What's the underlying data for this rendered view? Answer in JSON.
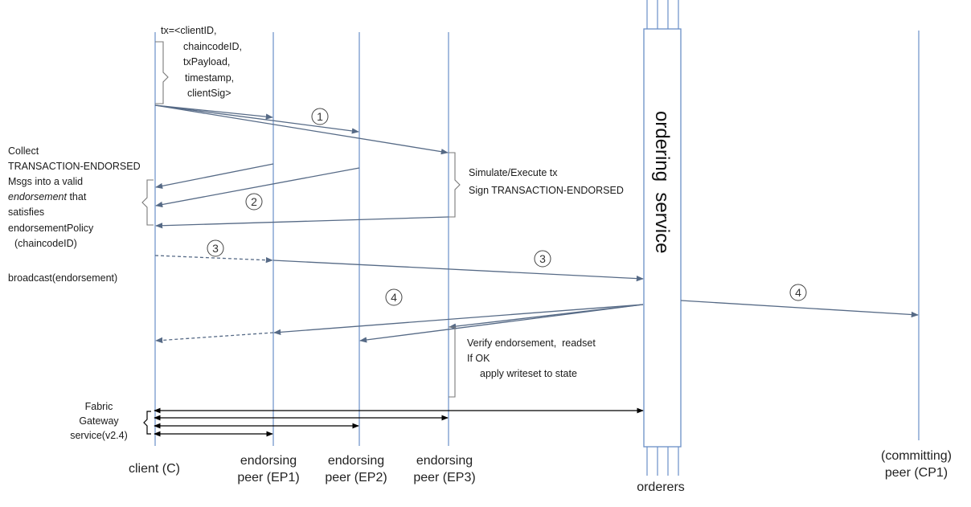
{
  "tx_block": {
    "lines": [
      "tx=<clientID,",
      "chaincodeID,",
      "txPayload,",
      "timestamp,",
      "clientSig>"
    ]
  },
  "collect_block": {
    "lines": [
      "Collect",
      "TRANSACTION-ENDORSED",
      "Msgs into a valid",
      "endorsement",
      " that",
      "satisfies",
      "endorsementPolicy",
      "(chaincodeID)"
    ]
  },
  "broadcast_label": "broadcast(endorsement)",
  "simulate_block": {
    "lines": [
      "Simulate/Execute tx",
      "Sign TRANSACTION-ENDORSED"
    ]
  },
  "verify_block": {
    "lines": [
      "Verify endorsement,  readset",
      "If OK",
      "apply writeset to state"
    ]
  },
  "gateway_block": {
    "lines": [
      "Fabric",
      "Gateway",
      "service(v2.4)"
    ]
  },
  "ordering_service_label": "ordering  service",
  "participants": {
    "client": [
      "client (C)"
    ],
    "ep1": [
      "endorsing",
      "peer (EP1)"
    ],
    "ep2": [
      "endorsing",
      "peer (EP2)"
    ],
    "ep3": [
      "endorsing",
      "peer (EP3)"
    ],
    "orderers": [
      "orderers"
    ],
    "cp1": [
      "(committing)",
      "peer (CP1)"
    ]
  },
  "step_markers": {
    "step1": "1",
    "step2": "2",
    "step3a": "3",
    "step3b": "3",
    "step4a": "4",
    "step4b": "4"
  },
  "colors": {
    "lifeline": "#6a8fc7",
    "message": "#566a86",
    "gateway_arrow": "#000000"
  }
}
